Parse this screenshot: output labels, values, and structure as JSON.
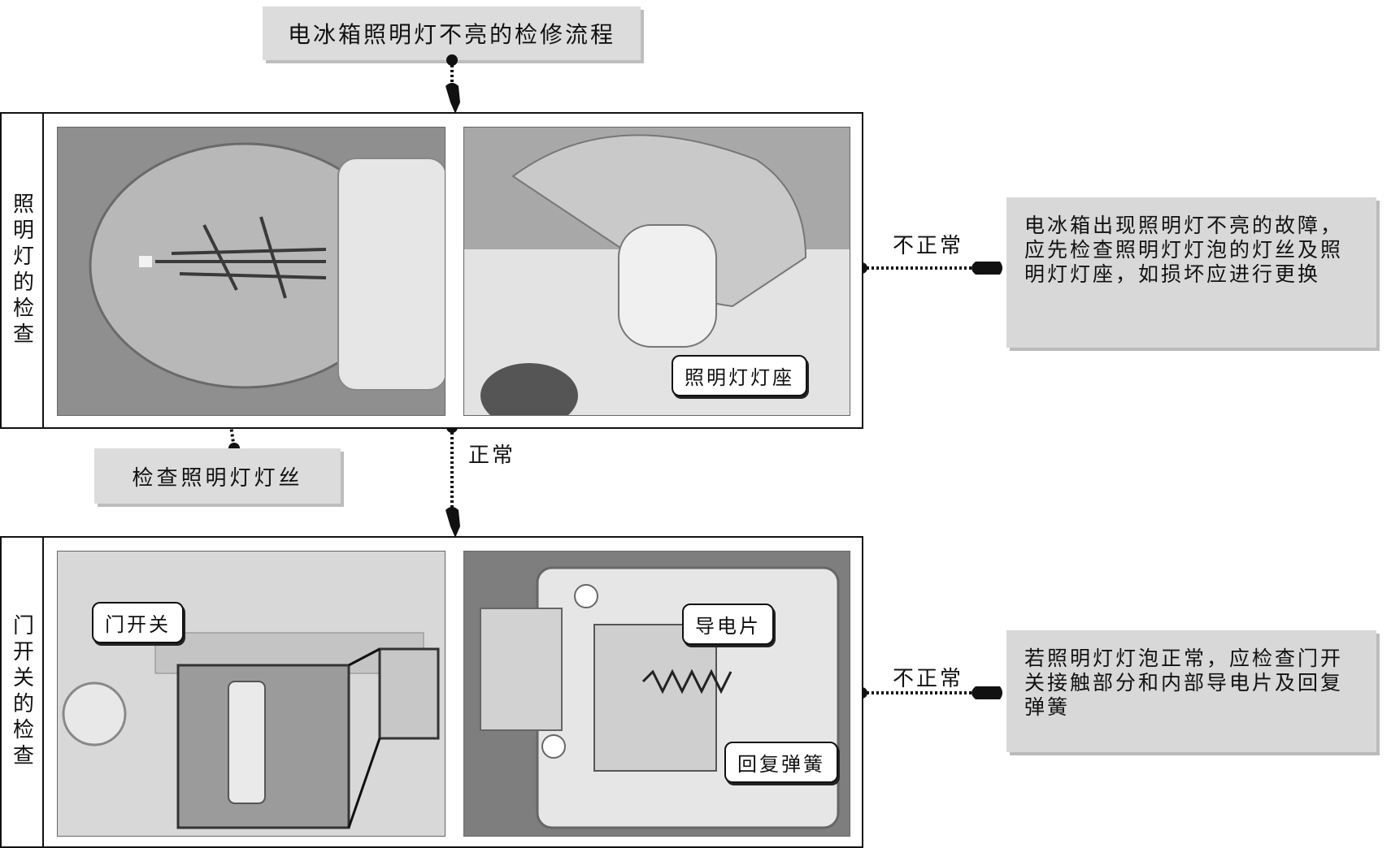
{
  "title": "电冰箱照明灯不亮的检修流程",
  "section1": {
    "side_label": "照明灯的检查",
    "photo1_label": "检查照明灯灯丝",
    "photo2_callout": "照明灯灯座",
    "abnormal_label": "不正常",
    "note": "电冰箱出现照明灯不亮的故障，应先检查照明灯灯泡的灯丝及照明灯灯座，如损坏应进行更换"
  },
  "normal_label": "正常",
  "section2": {
    "side_label": "门开关的检查",
    "photo1_callout": "门开关",
    "photo2_callout_top": "导电片",
    "photo2_callout_bottom": "回复弹簧",
    "abnormal_label": "不正常",
    "note": "若照明灯灯泡正常，应检查门开关接触部分和内部导电片及回复弹簧"
  },
  "icons": {
    "pointer": "pointing-hand-icon"
  },
  "colors": {
    "label_bg": "#dcdcdc",
    "photo_bg": "#9a9a9a",
    "line": "#111111"
  }
}
